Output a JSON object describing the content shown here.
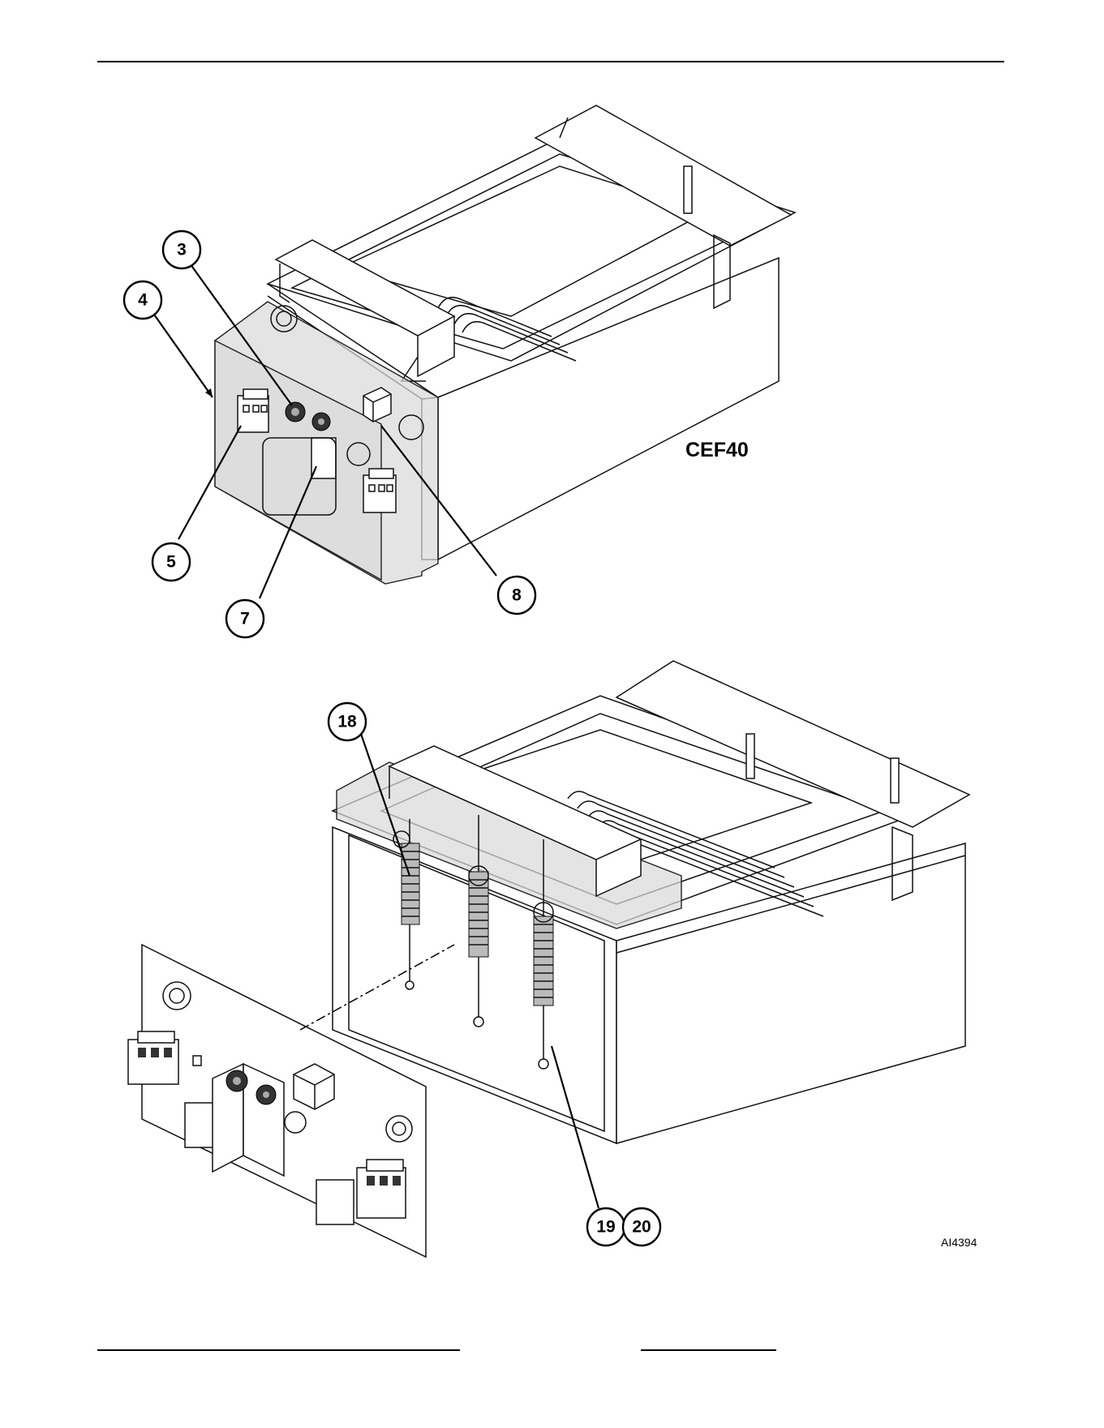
{
  "diagram": {
    "model_label": "CEF40",
    "reference_code": "AI4394",
    "callouts": [
      {
        "id": "3",
        "label": "3"
      },
      {
        "id": "4",
        "label": "4"
      },
      {
        "id": "5",
        "label": "5"
      },
      {
        "id": "7",
        "label": "7"
      },
      {
        "id": "8",
        "label": "8"
      },
      {
        "id": "18",
        "label": "18"
      },
      {
        "id": "19",
        "label": "19"
      },
      {
        "id": "20",
        "label": "20"
      }
    ]
  }
}
